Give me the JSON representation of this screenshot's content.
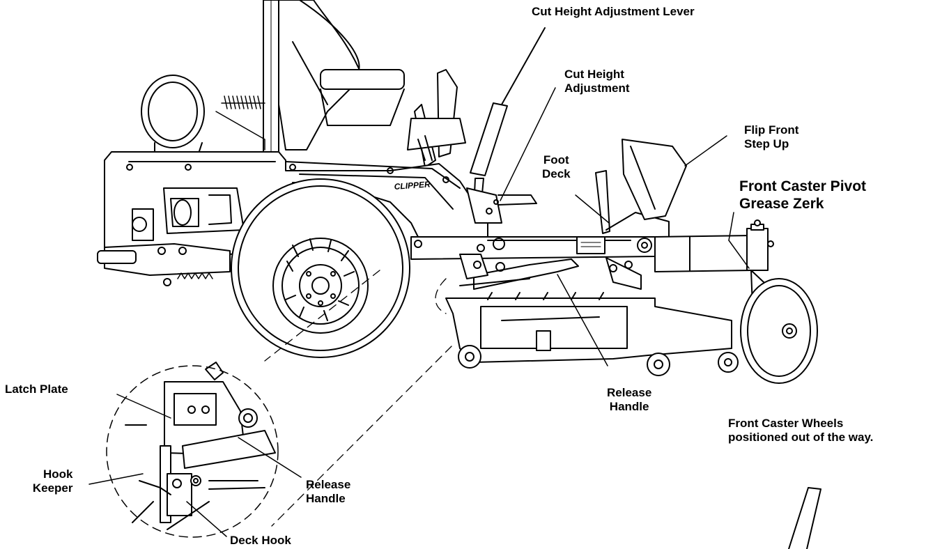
{
  "diagram": {
    "labels": {
      "cut_height_lever": "Cut Height Adjustment Lever",
      "cut_height_adjustment": [
        "Cut Height",
        "Adjustment"
      ],
      "flip_front_step": [
        "Flip Front",
        "Step Up"
      ],
      "foot_deck": [
        "Foot",
        "Deck"
      ],
      "front_caster_pivot": [
        "Front Caster Pivot",
        "Grease Zerk"
      ],
      "release_handle_main": [
        "Release",
        "Handle"
      ],
      "front_caster_wheels": [
        "Front Caster Wheels",
        "positioned out of the way."
      ],
      "latch_plate": "Latch Plate",
      "hook_keeper": [
        "Hook",
        "Keeper"
      ],
      "release_handle_detail": [
        "Release",
        "Handle"
      ],
      "deck_hook": "Deck Hook",
      "brand_decal": "CLIPPER"
    },
    "colors": {
      "line": "#000000",
      "background": "#ffffff",
      "fill_light": "#f2f2f2"
    }
  }
}
